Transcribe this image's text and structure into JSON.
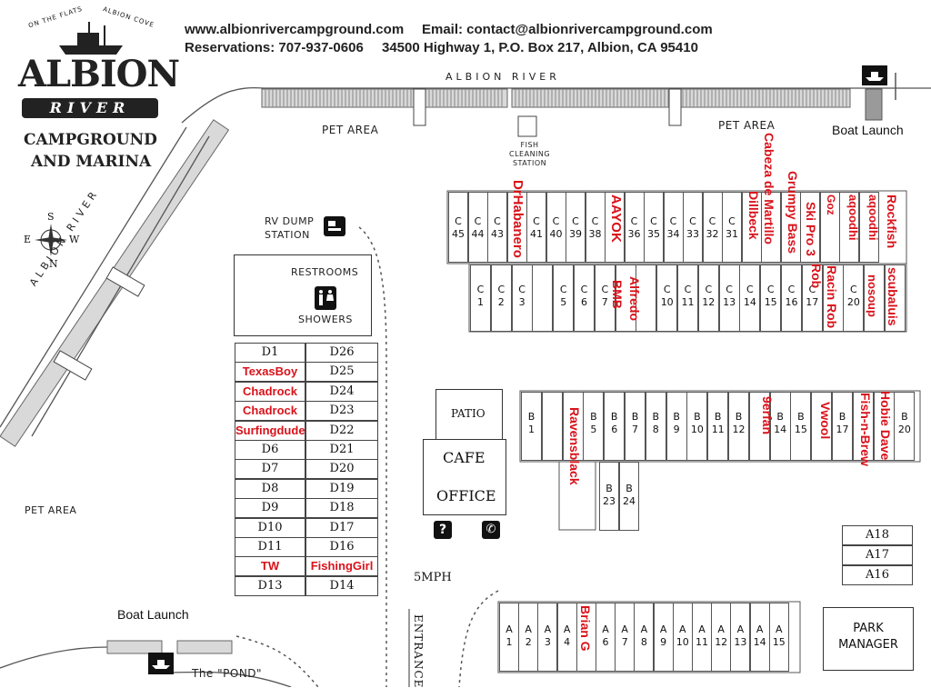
{
  "header": {
    "website": "www.albionrivercampground.com",
    "email": "Email: contact@albionrivercampground.com",
    "reservations": "Reservations: 707-937-0606",
    "address": "34500 Highway 1,  P.O. Box 217, Albion, CA 95410"
  },
  "logo": {
    "arc_left": "ON THE FLATS",
    "arc_right": "ALBION COVE",
    "albion": "ALBION",
    "river": "RIVER",
    "line1": "CAMPGROUND",
    "line2": "AND MARINA"
  },
  "compass": {
    "s": "S",
    "n": "N",
    "e": "E",
    "w": "W"
  },
  "labels": {
    "albion_river_top": "ALBION RIVER",
    "albion_river_left": "ALBION RIVER",
    "pet_area_1": "PET AREA",
    "pet_area_2": "PET AREA",
    "pet_area_3": "PET AREA",
    "fish_cleaning": "FISH\nCLEANING\nSTATION",
    "boat_launch_top": "Boat Launch",
    "boat_launch_bottom": "Boat Launch",
    "rv_dump": "RV DUMP\nSTATION",
    "restrooms": "RESTROOMS",
    "showers": "SHOWERS",
    "patio": "PATIO",
    "cafe": "CAFE",
    "office": "OFFICE",
    "speed": "5MPH",
    "entrance": "ENTRANCE",
    "pond": "The \"POND\"",
    "park_manager": "PARK\nMANAGER"
  },
  "c_row_top": [
    "C\n45",
    "C\n44",
    "C\n43",
    "",
    "C\n41",
    "C\n40",
    "C\n39",
    "C\n38",
    "",
    "C\n36",
    "C\n35",
    "C\n34",
    "C\n33",
    "C\n32",
    "C\n31",
    "",
    "",
    "",
    "",
    "",
    "",
    ""
  ],
  "c_row_bottom": [
    "C\n1",
    "C\n2",
    "C\n3",
    "",
    "C\n5",
    "C\n6",
    "C\n7",
    "",
    "",
    "C\n10",
    "C\n11",
    "C\n12",
    "C\n13",
    "C\n14",
    "C\n15",
    "C\n16",
    "C\n17",
    "",
    "C\n20",
    "",
    ""
  ],
  "c_names": [
    {
      "text": "DrHabanero"
    },
    {
      "text": "AAYOK"
    },
    {
      "text": "BMB"
    },
    {
      "text": "Alfredo"
    },
    {
      "text": "Dillbeck"
    },
    {
      "text": "Cabeza de Martillo"
    },
    {
      "text": "Grumpy Bass"
    },
    {
      "text": "Ski Pro 3"
    },
    {
      "text": "Goz"
    },
    {
      "text": "Rob"
    },
    {
      "text": "Racin Rob"
    },
    {
      "text": "aqoodhi"
    },
    {
      "text": "aqoodhi"
    },
    {
      "text": "nosoup"
    },
    {
      "text": "Rockfish"
    },
    {
      "text": "scubaluis"
    }
  ],
  "b_row": [
    "B\n1",
    "",
    "",
    "B\n5",
    "B\n6",
    "B\n7",
    "B\n8",
    "B\n9",
    "B\n10",
    "B\n11",
    "B\n12",
    "",
    "B\n14",
    "B\n15",
    "",
    "B\n17",
    "",
    "",
    "B\n20"
  ],
  "b_lower": [
    "B\n23",
    "B\n24"
  ],
  "b_names": [
    {
      "text": "Ravensblack"
    },
    {
      "text": "9erfan"
    },
    {
      "text": "Vwool"
    },
    {
      "text": "Fish-n-Brew"
    },
    {
      "text": "Hobie Dave"
    }
  ],
  "d_left": [
    "D1",
    "TexasBoy",
    "Chadrock",
    "Chadrock",
    "Surfingdude",
    "D6",
    "D7",
    "D8",
    "D9",
    "D10",
    "D11",
    "TW",
    "D13"
  ],
  "d_right": [
    "D26",
    "D25",
    "D24",
    "D23",
    "D22",
    "D21",
    "D20",
    "D19",
    "D18",
    "D17",
    "D16",
    "FishingGirl",
    "D14"
  ],
  "d_red_left": [
    1,
    2,
    3,
    4,
    11
  ],
  "d_red_right": [
    11
  ],
  "a_upper": [
    "A18",
    "A17",
    "A16"
  ],
  "a_row": [
    "A\n1",
    "A\n2",
    "A\n3",
    "A\n4",
    "",
    "A\n6",
    "A\n7",
    "A\n8",
    "A\n9",
    "A\n10",
    "A\n11",
    "A\n12",
    "A\n13",
    "A\n14",
    "A\n15"
  ],
  "a_names": [
    {
      "text": "Brian G"
    }
  ],
  "colors": {
    "annotation": "#d9121a",
    "line": "#333333",
    "dock": "#9a9a9a"
  },
  "icons": [
    "boat-icon",
    "compass-icon",
    "restroom-icon",
    "dump-station-icon",
    "help-icon",
    "phone-icon"
  ]
}
